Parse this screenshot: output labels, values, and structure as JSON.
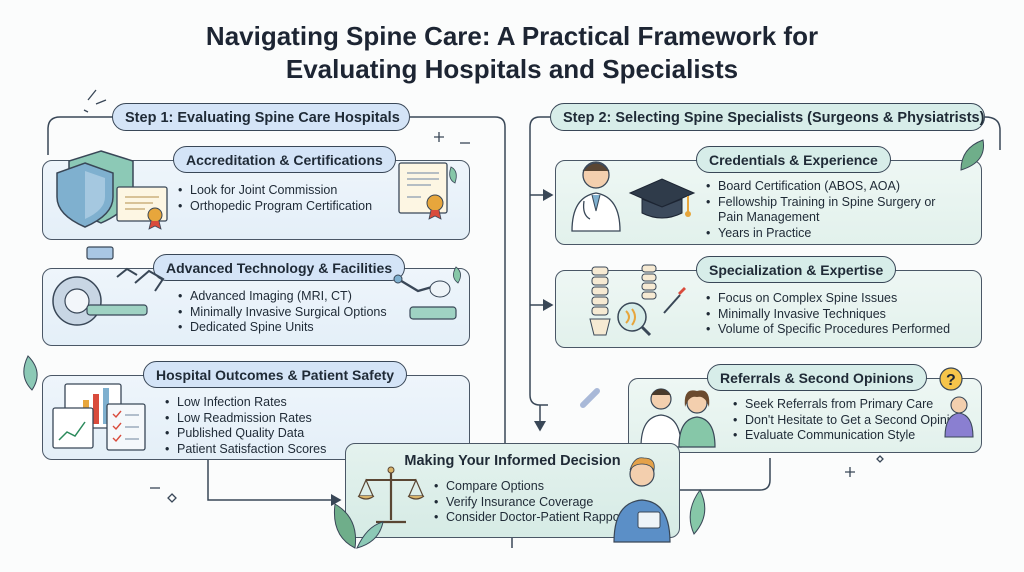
{
  "title": {
    "line1": "Navigating Spine Care: A Practical Framework for",
    "line2": "Evaluating Hospitals and Specialists"
  },
  "step1": {
    "label": "Step 1: Evaluating Spine Care Hospitals",
    "cards": [
      {
        "title": "Accreditation & Certifications",
        "items": [
          "Look for Joint Commission",
          "Orthopedic Program Certification"
        ]
      },
      {
        "title": "Advanced Technology & Facilities",
        "items": [
          "Advanced Imaging (MRI, CT)",
          "Minimally Invasive Surgical Options",
          "Dedicated Spine Units"
        ]
      },
      {
        "title": "Hospital Outcomes & Patient Safety",
        "items": [
          "Low Infection Rates",
          "Low Readmission Rates",
          "Published Quality Data",
          "Patient Satisfaction Scores"
        ]
      }
    ]
  },
  "step2": {
    "label": "Step 2: Selecting Spine Specialists (Surgeons & Physiatrists)",
    "cards": [
      {
        "title": "Credentials & Experience",
        "items": [
          "Board Certification (ABOS, AOA)",
          "Fellowship Training in Spine Surgery or",
          "Pain Management",
          "Years in Practice"
        ]
      },
      {
        "title": "Specialization & Expertise",
        "items": [
          "Focus on Complex Spine Issues",
          "Minimally Invasive Techniques",
          "Volume of Specific Procedures Performed"
        ]
      },
      {
        "title": "Referrals & Second Opinions",
        "items": [
          "Seek Referrals from Primary Care",
          "Don't Hesitate to Get a Second Opinion",
          "Evaluate Communication Style"
        ]
      }
    ]
  },
  "decision": {
    "title": "Making Your Informed Decision",
    "items": [
      "Compare Options",
      "Verify Insurance Coverage",
      "Consider Doctor-Patient Rapport"
    ]
  },
  "colors": {
    "ink": "#394757",
    "blue_fill": "#d4e4f7",
    "green_fill": "#d7ede9",
    "card_blue": "#e8f1f9",
    "card_green": "#e6f3ef"
  }
}
